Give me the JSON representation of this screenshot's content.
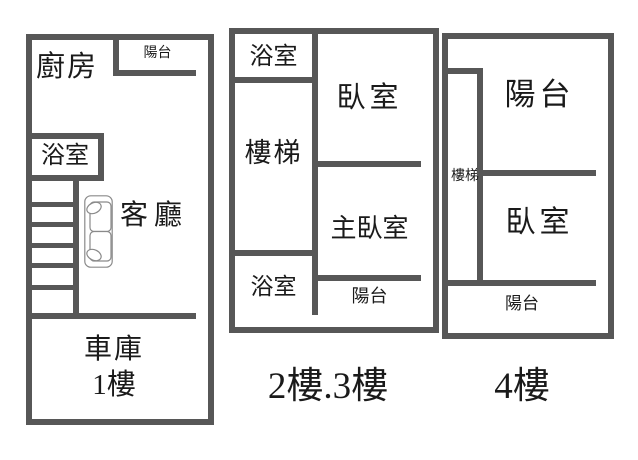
{
  "diagram_title": "floor-plan-diagram",
  "colors": {
    "background": "#ffffff",
    "wall": "#575757",
    "text": "#1a1a1a",
    "sofa_line": "#8a8a8a"
  },
  "floor1": {
    "kitchen": "廚房",
    "balcony": "陽台",
    "bathroom": "浴室",
    "living_room": "客廳",
    "garage": "車庫",
    "caption": "1樓"
  },
  "floor23": {
    "bathroom_top": "浴室",
    "stairs": "樓梯",
    "bathroom_bottom": "浴室",
    "bedroom": "臥室",
    "master_bedroom": "主臥室",
    "balcony": "陽台",
    "caption": "2樓.3樓"
  },
  "floor4": {
    "stairs": "樓梯",
    "balcony_top": "陽台",
    "bedroom": "臥室",
    "balcony_bottom": "陽台",
    "caption": "4樓"
  }
}
